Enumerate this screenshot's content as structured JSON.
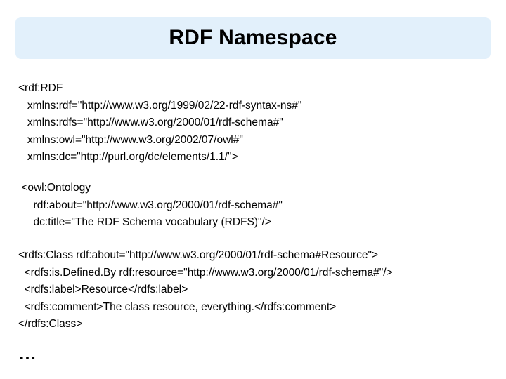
{
  "slide": {
    "title": "RDF Namespace",
    "title_bg": "#e2f0fb",
    "text_color": "#000000",
    "background": "#ffffff"
  },
  "code": {
    "rdf_block": "<rdf:RDF\n   xmlns:rdf=\"http://www.w3.org/1999/02/22-rdf-syntax-ns#\"\n   xmlns:rdfs=\"http://www.w3.org/2000/01/rdf-schema#\"\n   xmlns:owl=\"http://www.w3.org/2002/07/owl#\"\n   xmlns:dc=\"http://purl.org/dc/elements/1.1/\">",
    "ontology_block": " <owl:Ontology\n     rdf:about=\"http://www.w3.org/2000/01/rdf-schema#\"\n     dc:title=\"The RDF Schema vocabulary (RDFS)\"/>",
    "class_block": "<rdfs:Class rdf:about=\"http://www.w3.org/2000/01/rdf-schema#Resource\">\n  <rdfs:is.Defined.By rdf:resource=\"http://www.w3.org/2000/01/rdf-schema#\"/>\n  <rdfs:label>Resource</rdfs:label>\n  <rdfs:comment>The class resource, everything.</rdfs:comment>\n</rdfs:Class>",
    "ellipsis": "…"
  }
}
